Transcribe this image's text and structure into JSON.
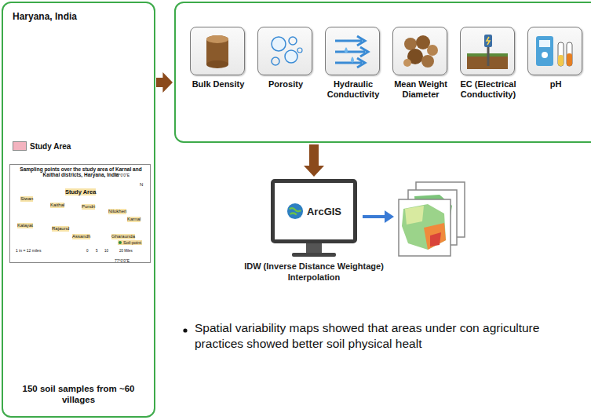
{
  "diagram": {
    "nodes": [
      {
        "text": [
          "150 soil samples from ~60 villages"
        ]
      },
      {
        "text": [
          "Haryana, India"
        ],
        "in": 0
      },
      {
        "text": [
          "Sampling points over the study area of Karnal and Kaithal districts, Haryana, India",
          "Study Area"
        ],
        "in": 0
      },
      {
        "text": []
      },
      {
        "text": [
          "Bulk Density"
        ],
        "in": 3
      },
      {
        "text": [
          "Porosity"
        ],
        "in": 3
      },
      {
        "text": [
          "Hydraulic Conductivity"
        ],
        "in": 3
      },
      {
        "text": [
          "Mean Weight Diameter"
        ],
        "in": 3
      },
      {
        "text": [
          "EC (Electrical Conductivity)"
        ],
        "in": 3
      },
      {
        "text": [
          "pH"
        ],
        "in": 3
      },
      {
        "text": [
          "ArcGIS",
          "IDW (Inverse Distance Weightage) Interpolation"
        ]
      }
    ],
    "edges": [
      {
        "from": 0,
        "to": 3,
        "arrow": "to"
      },
      {
        "from": 3,
        "to": 10,
        "arrow": "to"
      }
    ],
    "labels": [
      "N",
      "77°0'0\"E",
      "77°0'0\"E",
      "Siwan",
      "Kaithal",
      "Pundri",
      "Nilokheri",
      "Karnal",
      "Kalayat",
      "Rajaund",
      "Assandh",
      "Gharaunda",
      "1 in = 12 miles",
      "0",
      "5",
      "10",
      "20 Miles",
      "Spatial variability maps showed that areas under con agriculture practices showed better soil physical healt"
    ],
    "legend": [
      {
        "text": "Study Area",
        "color": "#f3b3bf"
      },
      {
        "text": "Soil-point"
      }
    ]
  }
}
